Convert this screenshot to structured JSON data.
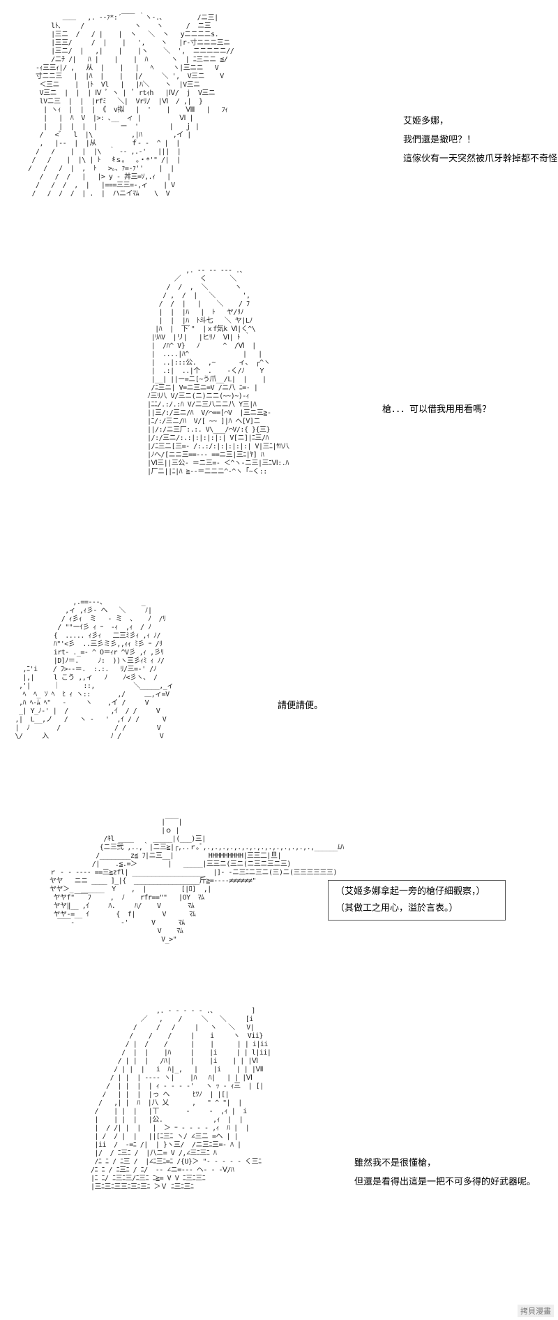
{
  "panels": [
    {
      "dialog": [
        "艾姬多娜，",
        "我們還是撤吧？！",
        "這傢伙有一天突然被爪牙幹掉都不奇怪！"
      ]
    },
    {
      "dialog": [
        "槍．．．可以借我用用看嗎？"
      ]
    },
    {
      "dialog": [
        "請便請便。"
      ]
    },
    {
      "narration": [
        "（艾姬多娜拿起一旁的槍仔細觀察，）",
        "（其做工之用心，溢於言表。）"
      ]
    },
    {
      "dialog": [
        "雖然我不是很懂槍，",
        "但還是看得出這是一把不可多得的好武器呢。"
      ]
    }
  ],
  "watermark": "拷貝漫畫"
}
